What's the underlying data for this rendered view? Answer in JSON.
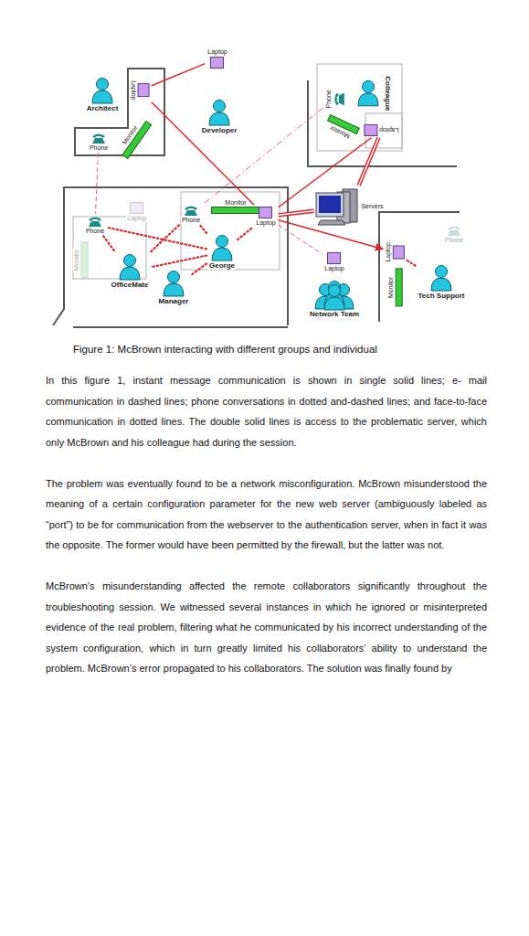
{
  "diagram": {
    "caption": "Figure 1: McBrown interacting with different groups and individual",
    "nodes": [
      {
        "text": [
          "Laptop"
        ]
      },
      {
        "text": [
          "Laptop"
        ]
      },
      {
        "text": [
          "Architect"
        ]
      },
      {
        "text": [
          "Developer"
        ]
      },
      {
        "text": [
          "Phone"
        ]
      },
      {
        "text": [
          "Colleague"
        ]
      },
      {
        "text": [
          "Monitor"
        ]
      },
      {
        "text": [
          "Monitor"
        ]
      },
      {
        "text": [
          "Laptop"
        ]
      },
      {
        "text": [
          "Phone"
        ]
      },
      {
        "text": [
          "Servers"
        ]
      },
      {
        "text": [
          "Monitor"
        ]
      },
      {
        "text": [
          "Laptop"
        ]
      },
      {
        "text": [
          "Phone"
        ]
      },
      {
        "text": [
          "Phone"
        ]
      },
      {
        "text": [
          "Laptop"
        ]
      },
      {
        "text": [
          "Phone"
        ]
      },
      {
        "text": [
          "Laptop"
        ]
      },
      {
        "text": [
          "Monitor"
        ]
      },
      {
        "text": [
          "George"
        ]
      },
      {
        "text": [
          "Laptop"
        ]
      },
      {
        "text": [
          "Monitor"
        ]
      },
      {
        "text": [
          "Tech Support"
        ]
      },
      {
        "text": [
          "OfficeMate"
        ]
      },
      {
        "text": [
          "Manager"
        ]
      },
      {
        "text": [
          "Network Team"
        ]
      }
    ],
    "edges": [
      {
        "from": 0,
        "to": 15,
        "arrow": "none"
      },
      {
        "from": 0,
        "to": 1,
        "arrow": "none"
      },
      {
        "from": 8,
        "to": 15,
        "arrow": "none"
      },
      {
        "from": 8,
        "to": 10,
        "arrow": "none"
      },
      {
        "from": 15,
        "to": 10,
        "arrow": "none"
      },
      {
        "from": 15,
        "to": 17,
        "arrow": "to"
      },
      {
        "from": 15,
        "to": 20,
        "arrow": "none"
      },
      {
        "from": 4,
        "to": 13,
        "arrow": "none"
      },
      {
        "from": 9,
        "to": 14,
        "arrow": "none"
      },
      {
        "from": 19,
        "to": 23,
        "arrow": "none"
      },
      {
        "from": 19,
        "to": 24,
        "arrow": "none"
      },
      {
        "from": 19,
        "to": 14,
        "arrow": "none"
      },
      {
        "from": 13,
        "to": 23,
        "arrow": "none"
      },
      {
        "from": 14,
        "to": 23,
        "arrow": "none"
      },
      {
        "from": 19,
        "to": 13,
        "arrow": "none"
      },
      {
        "from": 19,
        "to": 15,
        "arrow": "none"
      },
      {
        "from": 22,
        "to": 17,
        "arrow": "none"
      }
    ],
    "labels": [
      "In this figure 1, instant message communication is shown in single solid lines; e- mail communication in dashed lines; phone conversations in dotted and-dashed lines; and face-to-face communication in dotted lines. The double solid lines is access to the problematic server, which only McBrown and his colleague had during the session.",
      "The problem was eventually found to be a network misconfiguration. McBrown misunderstood the meaning of a certain configuration parameter for the new web server (ambiguously labeled as “port”) to be for communication from the webserver to the authentication server, when in fact it was the opposite. The former would have been permitted by the firewall, but the latter was not.",
      "McBrown’s misunderstanding affected the remote collaborators significantly throughout the troubleshooting session. We witnessed several instances in which he ignored or misinterpreted evidence of the real problem, filtering what he communicated by his incorrect understanding of the system configuration, which in turn greatly limited his collaborators’ ability to understand the problem. McBrown’s error propagated to his collaborators. The solution was finally found by"
    ]
  }
}
